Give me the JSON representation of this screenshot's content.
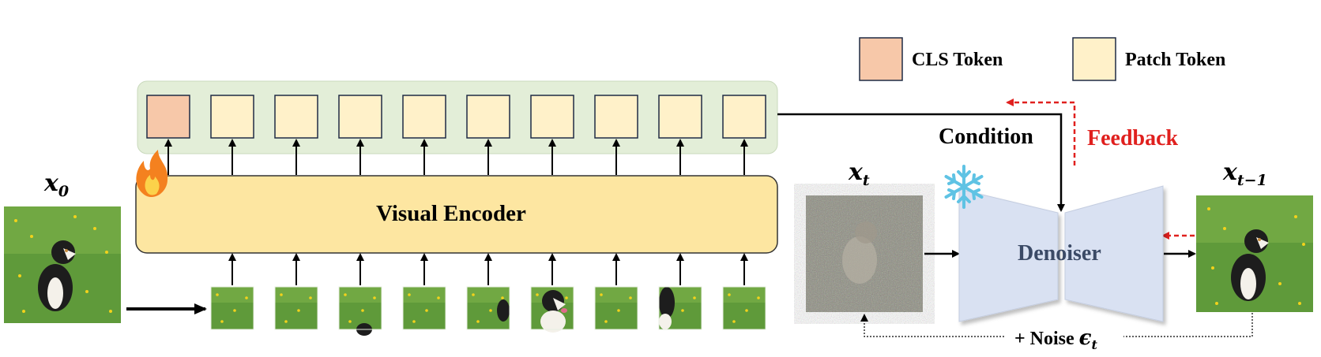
{
  "legend": {
    "cls_label": "CLS Token",
    "patch_label": "Patch Token"
  },
  "encoder": {
    "label": "Visual Encoder"
  },
  "input": {
    "image_label": "x",
    "image_sub": "0"
  },
  "denoiser": {
    "label": "Denoiser",
    "condition_label": "Condition",
    "feedback_label": "Feedback",
    "xt_label": "x",
    "xt_sub": "t",
    "xt1_label": "x",
    "xt1_sub": "t−1",
    "noise_label": "+ Noise ",
    "noise_symbol": "ϵ",
    "noise_sub": "t"
  },
  "colors": {
    "cls_token": "#f7c8a9",
    "patch_token": "#fff1c9",
    "token_panel": "#e3eed8",
    "encoder_fill": "#fde6a1",
    "denoiser_fill": "#d9e1f2",
    "denoiser_text": "#3b4a66",
    "feedback": "#e0201e",
    "grass": "#5f9a3a"
  },
  "icons": {
    "trainable": "fire-icon",
    "frozen": "snowflake-icon"
  },
  "token_count": {
    "cls": 1,
    "patch": 9
  }
}
